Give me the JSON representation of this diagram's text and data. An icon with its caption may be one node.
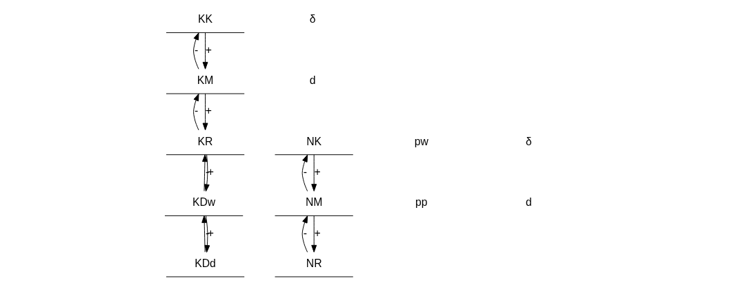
{
  "diagram": {
    "nodes": [
      {
        "text": [
          "KDd"
        ]
      },
      {
        "text": [
          "KDw"
        ]
      },
      {
        "text": [
          "KR"
        ]
      },
      {
        "text": [
          "NR"
        ]
      },
      {
        "text": [
          "KM"
        ]
      },
      {
        "text": [
          "NM"
        ]
      },
      {
        "text": [
          "KK"
        ]
      },
      {
        "text": [
          "NK"
        ]
      }
    ],
    "edges": [
      {
        "from": 6,
        "to": 4,
        "arrow": "to",
        "label": "+"
      },
      {
        "from": 4,
        "to": 6,
        "arrow": "to",
        "label": "-"
      },
      {
        "from": 4,
        "to": 2,
        "arrow": "to",
        "label": "+"
      },
      {
        "from": 2,
        "to": 4,
        "arrow": "to",
        "label": "-"
      },
      {
        "from": 2,
        "to": 1,
        "arrow": "to",
        "label": "+"
      },
      {
        "from": 1,
        "to": 2,
        "arrow": "to",
        "label": "-"
      },
      {
        "from": 1,
        "to": 0,
        "arrow": "to",
        "label": "+"
      },
      {
        "from": 0,
        "to": 1,
        "arrow": "to",
        "label": "-"
      },
      {
        "from": 7,
        "to": 5,
        "arrow": "to",
        "label": "+"
      },
      {
        "from": 5,
        "to": 7,
        "arrow": "to",
        "label": "-"
      },
      {
        "from": 5,
        "to": 3,
        "arrow": "to",
        "label": "+"
      },
      {
        "from": 3,
        "to": 5,
        "arrow": "to",
        "label": "-"
      }
    ],
    "labels": [
      "pp",
      "pw",
      "d",
      "d",
      "δ",
      "δ"
    ]
  }
}
